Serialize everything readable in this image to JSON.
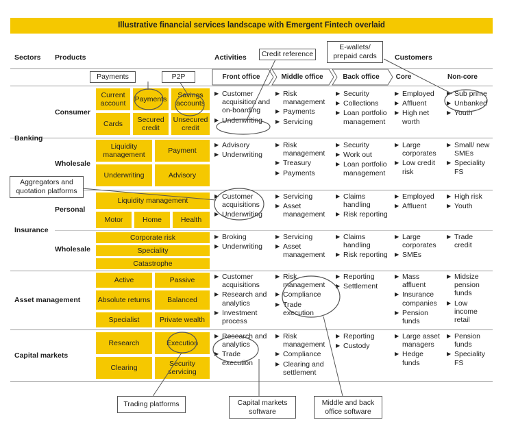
{
  "title": "Illustrative financial services landscape with Emergent Fintech overlaid",
  "headers": {
    "sectors": "Sectors",
    "products": "Products",
    "activities": "Activities",
    "customers": "Customers"
  },
  "subheaders": {
    "front": "Front office",
    "middle": "Middle office",
    "back": "Back office",
    "core": "Core",
    "noncore": "Non-core"
  },
  "sectors": {
    "banking": "Banking",
    "insurance": "Insurance",
    "asset": "Asset management",
    "capital": "Capital markets"
  },
  "segments": {
    "consumer": "Consumer",
    "wholesale": "Wholesale",
    "personal": "Personal",
    "ins_wholesale": "Wholesale"
  },
  "products": {
    "consumer": [
      "Current account",
      "Payments",
      "Savings accounts",
      "Cards",
      "Secured credit",
      "Unsecured credit"
    ],
    "wholesale": [
      "Liquidity management",
      "Payment",
      "Underwriting",
      "Advisory"
    ],
    "personal": [
      "Liquidity management",
      "Motor",
      "Home",
      "Health"
    ],
    "ins_wholesale": [
      "Corporate risk",
      "Speciality",
      "Catastrophe"
    ],
    "asset": [
      "Active",
      "Passive",
      "Absolute returns",
      "Balanced",
      "Specialist",
      "Private wealth"
    ],
    "capital": [
      "Research",
      "Execution",
      "Clearing",
      "Security servicing"
    ]
  },
  "rows": {
    "consumer": {
      "front": [
        "Customer acquisition and on-boarding",
        "Underwriting"
      ],
      "middle": [
        "Risk management",
        "Payments",
        "Servicing"
      ],
      "back": [
        "Security",
        "Collections",
        "Loan portfolio management"
      ],
      "core": [
        "Employed",
        "Affluent",
        "High net worth"
      ],
      "noncore": [
        "Sub prime",
        "Unbanked",
        "Youth"
      ]
    },
    "wholesale": {
      "front": [
        "Advisory",
        "Underwriting"
      ],
      "middle": [
        "Risk management",
        "Treasury",
        "Payments"
      ],
      "back": [
        "Security",
        "Work out",
        "Loan portfolio management"
      ],
      "core": [
        "Large corporates",
        "Low credit risk"
      ],
      "noncore": [
        "Small/ new SMEs",
        "Speciality FS"
      ]
    },
    "personal": {
      "front": [
        "Customer acquisitions",
        "Underwriting"
      ],
      "middle": [
        "Servicing",
        "Asset management"
      ],
      "back": [
        "Claims handling",
        "Risk reporting"
      ],
      "core": [
        "Employed",
        "Affluent"
      ],
      "noncore": [
        "High risk",
        "Youth"
      ]
    },
    "ins_wholesale": {
      "front": [
        "Broking",
        "Underwriting"
      ],
      "middle": [
        "Servicing",
        "Asset management"
      ],
      "back": [
        "Claims handling",
        "Risk reporting"
      ],
      "core": [
        "Large corporates",
        "SMEs"
      ],
      "noncore": [
        "Trade credit"
      ]
    },
    "asset": {
      "front": [
        "Customer acquisitions",
        "Research and analytics",
        "Investment process"
      ],
      "middle": [
        "Risk management",
        "Compliance",
        "Trade execution"
      ],
      "back": [
        "Reporting",
        "Settlement"
      ],
      "core": [
        "Mass affluent",
        "Insurance companies",
        "Pension funds"
      ],
      "noncore": [
        "Midsize pension funds",
        "Low income retail"
      ]
    },
    "capital": {
      "front": [
        "Research and analytics",
        "Trade execution"
      ],
      "middle": [
        "Risk management",
        "Compliance",
        "Clearing and settlement"
      ],
      "back": [
        "Reporting",
        "Custody"
      ],
      "core": [
        "Large asset managers",
        "Hedge funds"
      ],
      "noncore": [
        "Pension funds",
        "Speciality FS"
      ]
    }
  },
  "callouts": {
    "credit_reference": "Credit reference",
    "ewallets": "E-wallets/ prepaid cards",
    "payments": "Payments",
    "p2p": "P2P",
    "aggregators": "Aggregators and quotation platforms",
    "trading": "Trading platforms",
    "cm_software": "Capital markets software",
    "mb_software": "Middle and back office software"
  },
  "colors": {
    "accent": "#f5c800",
    "divider": "#9a9a9a"
  }
}
